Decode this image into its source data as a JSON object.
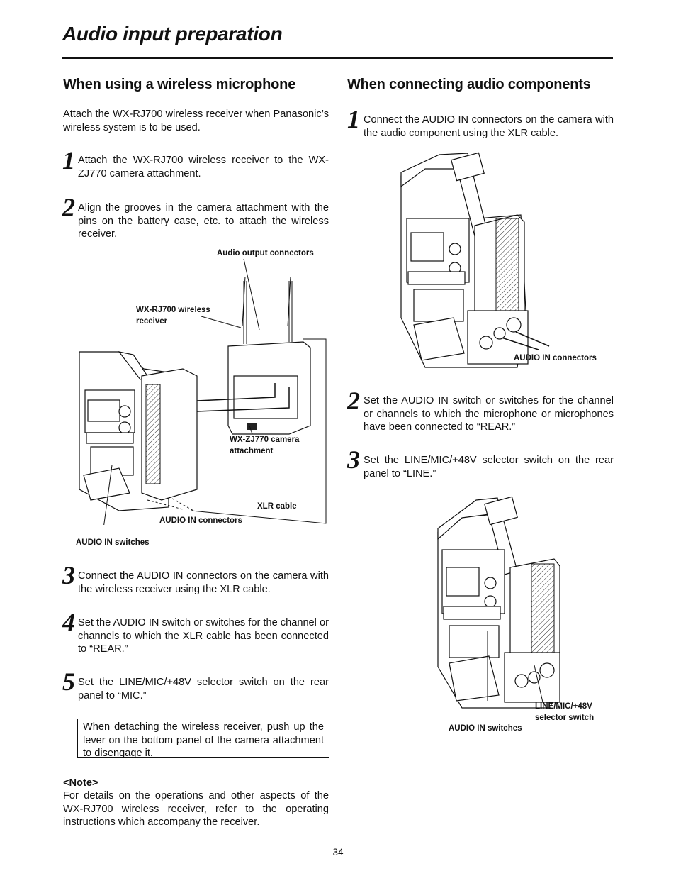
{
  "page": {
    "title": "Audio input preparation",
    "page_number": "34"
  },
  "left": {
    "heading": "When using a wireless microphone",
    "intro": "Attach the WX-RJ700 wireless receiver when Panasonic’s wireless system is to be used.",
    "steps": [
      {
        "number": "1",
        "text": "Attach the WX-RJ700 wireless receiver to the WX-ZJ770 camera attachment."
      },
      {
        "number": "2",
        "text": "Align the grooves in the camera attachment with the pins on the battery case, etc. to attach the wireless receiver."
      },
      {
        "number": "3",
        "text": "Connect the AUDIO IN connectors on the camera with the wireless receiver using the XLR cable."
      },
      {
        "number": "4",
        "text": "Set the AUDIO IN switch or switches for the channel or channels to which the XLR cable has been connected to “REAR.”"
      },
      {
        "number": "5",
        "text": "Set the LINE/MIC/+48V selector switch on the rear panel to “MIC.”"
      }
    ],
    "figure_labels": {
      "audio_output": "Audio output connectors",
      "receiver_line1": "WX-RJ700 wireless",
      "receiver_line2": "receiver",
      "attachment_line1": "WX-ZJ770 camera",
      "attachment_line2": "attachment",
      "xlr": "XLR cable",
      "audio_in_connectors": "AUDIO IN connectors",
      "audio_in_switches": "AUDIO IN switches"
    },
    "box_note": "When detaching the wireless receiver, push up the lever on the bottom panel of the camera attachment to disengage it.",
    "note_heading": "<Note>",
    "note_text": "For details on the operations and other aspects of the WX-RJ700 wireless receiver, refer to the operating instructions which accompany the receiver."
  },
  "right": {
    "heading": "When connecting audio components",
    "steps": [
      {
        "number": "1",
        "text": "Connect the AUDIO IN connectors on the camera with the audio component using the XLR cable."
      },
      {
        "number": "2",
        "text": "Set the AUDIO IN switch or switches for the channel or channels to which the microphone or microphones have been connected to “REAR.”"
      },
      {
        "number": "3",
        "text": "Set the LINE/MIC/+48V selector switch on the rear panel to “LINE.”"
      }
    ],
    "figure1_labels": {
      "audio_in_connectors": "AUDIO IN connectors"
    },
    "figure2_labels": {
      "selector_line1": "LINE/MIC/+48V",
      "selector_line2": "selector switch",
      "audio_in_switches": "AUDIO IN switches"
    }
  }
}
